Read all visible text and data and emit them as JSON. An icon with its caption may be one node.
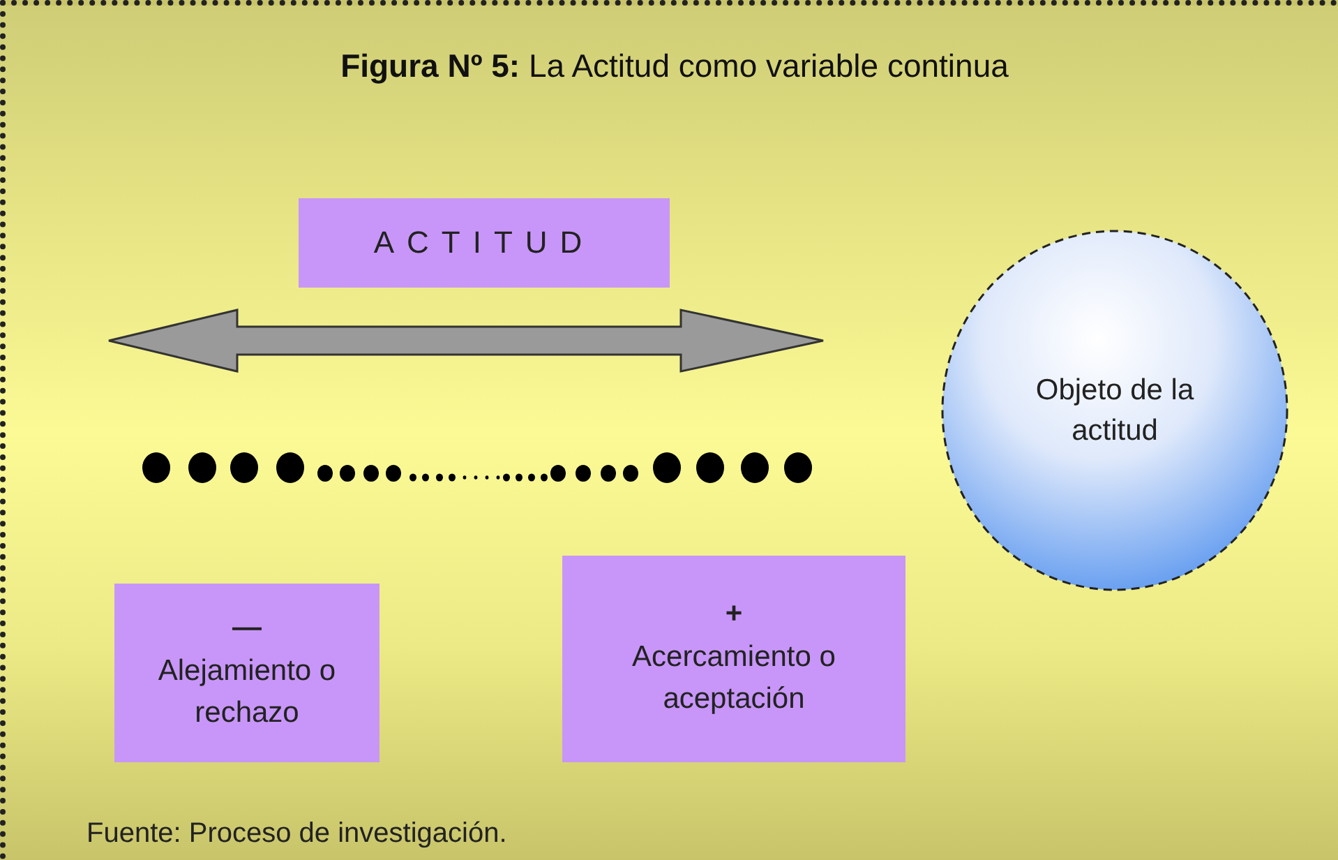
{
  "diagram": {
    "title": "**Figura Nº 5:** La Actitud como variable continua",
    "caption": "Fuente: Proceso de investigación.",
    "nodes": [
      {
        "text": [
          "ACTITUD"
        ]
      },
      {
        "text": [
          "Objeto de la actitud"
        ]
      },
      {
        "text": [
          "—",
          "Alejamiento o rechazo"
        ]
      },
      {
        "text": [
          "+",
          "Acercamiento o aceptación"
        ]
      }
    ]
  }
}
